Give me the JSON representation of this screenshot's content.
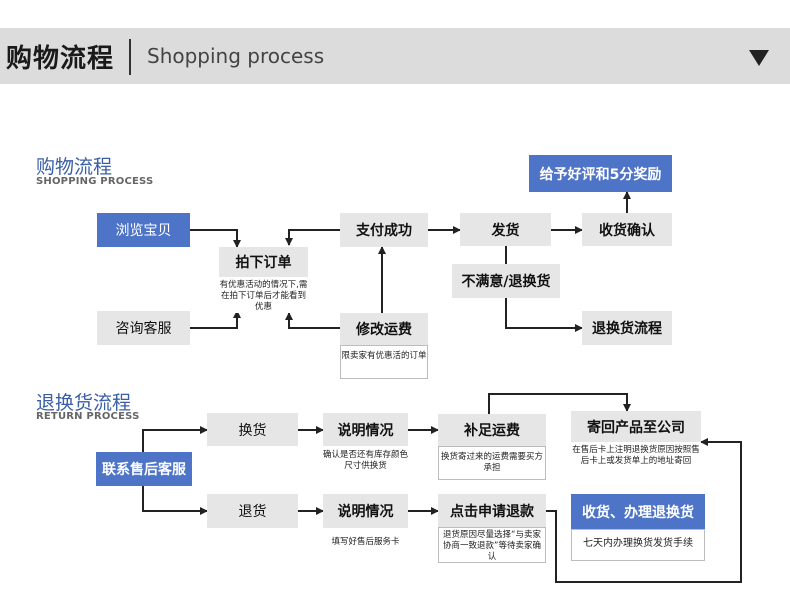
{
  "header": {
    "title_zh": "购物流程",
    "title_en": "Shopping process"
  },
  "shopping": {
    "section_zh": "购物流程",
    "section_en": "SHOPPING PROCESS",
    "browse": "浏览宝贝",
    "consult": "咨询客服",
    "place_order": "拍下订单",
    "place_order_note": "有优惠活动的情况下,需在拍下订单后才能看到优惠",
    "pay_success": "支付成功",
    "modify_shipping": "修改运费",
    "modify_shipping_note": "限卖家有优惠活的订单",
    "ship": "发货",
    "confirm_receipt": "收货确认",
    "good_review": "给予好评和5分奖励",
    "unsatisfied": "不满意/退换货",
    "return_process": "退换货流程"
  },
  "returns": {
    "section_zh": "退换货流程",
    "section_en": "RETURN PROCESS",
    "contact_service": "联系售后客服",
    "exchange": "换货",
    "refund": "退货",
    "explain_1": "说明情况",
    "explain_1_note": "确认是否还有库存颜色尺寸供换货",
    "explain_2": "说明情况",
    "explain_2_note": "填写好售后服务卡",
    "supplement_shipping": "补足运费",
    "supplement_shipping_note": "换货寄过来的运费需要买方承担",
    "apply_refund": "点击申请退款",
    "apply_refund_note": "退货原因尽量选择“与卖家协商一致退款”等待卖家确认",
    "send_back": "寄回产品至公司",
    "send_back_note": "在售后卡上注明退换货原因按照售后卡上或发货单上的地址寄回",
    "receive_handle": "收货、办理退换货",
    "receive_handle_note": "七天内办理换货发货手续"
  }
}
